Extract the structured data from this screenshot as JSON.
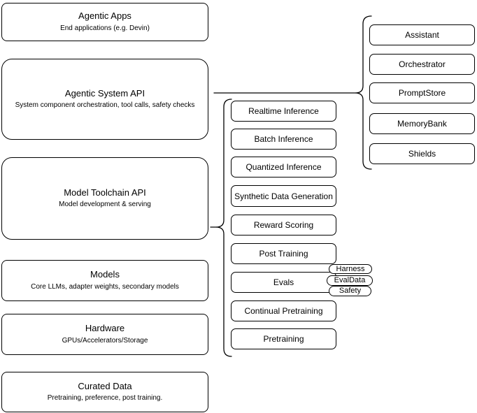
{
  "diagram": {
    "left_stack": [
      {
        "title": "Agentic Apps",
        "subtitle": "End applications (e.g. Devin)"
      },
      {
        "title": "Agentic System API",
        "subtitle": "System component orchestration, tool calls, safety checks"
      },
      {
        "title": "Model Toolchain API",
        "subtitle": "Model development & serving"
      },
      {
        "title": "Models",
        "subtitle": "Core LLMs, adapter weights, secondary models"
      },
      {
        "title": "Hardware",
        "subtitle": "GPUs/Accelerators/Storage"
      },
      {
        "title": "Curated Data",
        "subtitle": "Pretraining, preference, post training."
      }
    ],
    "toolchain_components": [
      "Realtime Inference",
      "Batch Inference",
      "Quantized Inference",
      "Synthetic Data Generation",
      "Reward Scoring",
      "Post Training",
      "Evals",
      "Continual Pretraining",
      "Pretraining"
    ],
    "evals_tags": [
      "Harness",
      "EvalData",
      "Safety"
    ],
    "system_components": [
      "Assistant",
      "Orchestrator",
      "PromptStore",
      "MemoryBank",
      "Shields"
    ],
    "colors": {
      "stroke": "#000000",
      "fill": "#ffffff",
      "text": "#000000"
    }
  }
}
